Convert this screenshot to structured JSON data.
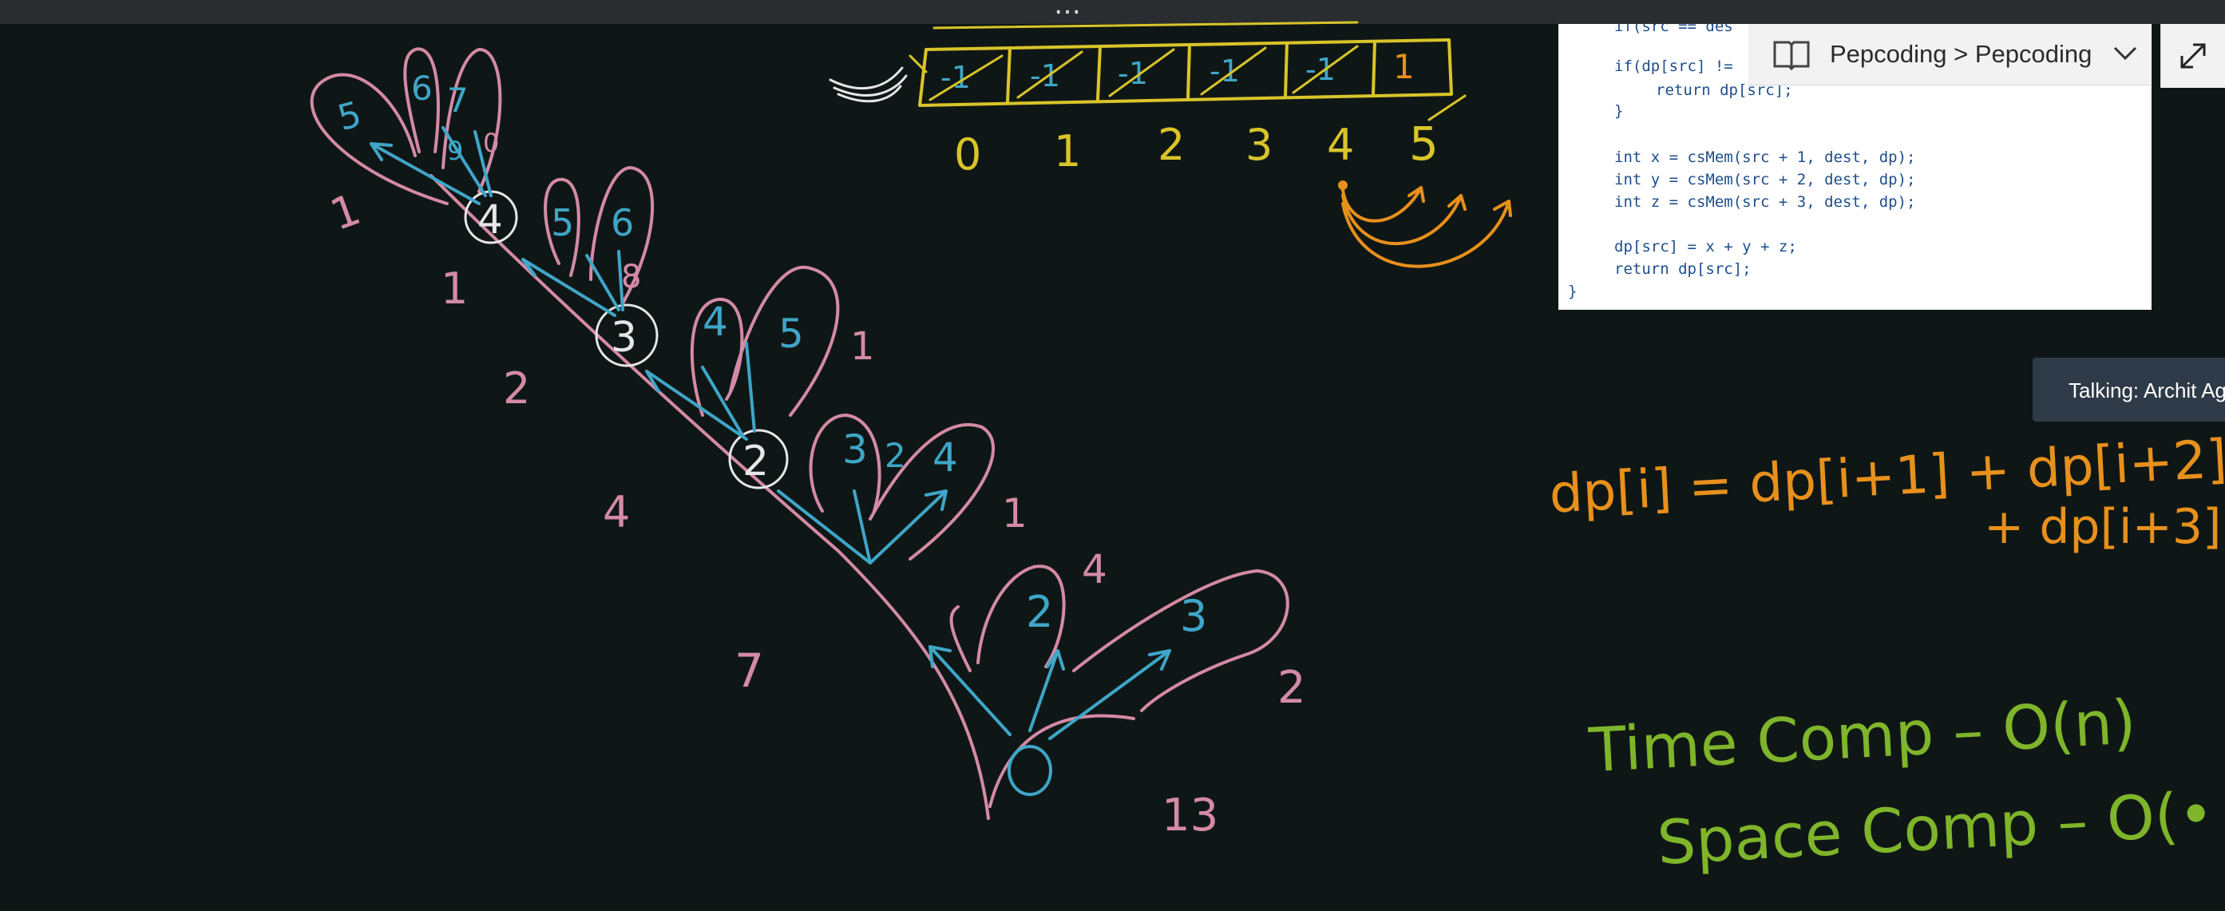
{
  "window": {
    "overflow_menu_label": "…"
  },
  "code_panel": {
    "lines": [
      "if(src == des",
      "if(dp[src] !=",
      "return dp[src];",
      "}",
      "int x = csMem(src + 1, dest, dp);",
      "int y = csMem(src + 2, dest, dp);",
      "int z = csMem(src + 3, dest, dp);",
      "dp[src] = x + y + z;",
      "return dp[src];",
      "}"
    ]
  },
  "tab": {
    "title": "Pepcoding > Pepcoding",
    "icon": "reading-view-icon"
  },
  "expand": {
    "icon": "expand-icon"
  },
  "speaker": {
    "label": "Talking: Archit Aggarwal"
  },
  "whiteboard": {
    "dp_array": {
      "cells": [
        "-1",
        "-1",
        "-1",
        "-1",
        "-1",
        "1"
      ],
      "indices": [
        "0",
        "1",
        "2",
        "3",
        "4",
        "5"
      ]
    },
    "tree_nodes": [
      "4",
      "3",
      "2",
      "0"
    ],
    "branch_labels": [
      "5",
      "6",
      "7",
      "9",
      "0",
      "5",
      "6",
      "8",
      "4",
      "5",
      "3",
      "2",
      "4",
      "2",
      "3"
    ],
    "side_counts": [
      "1",
      "1",
      "2",
      "4",
      "7",
      "13",
      "1",
      "1",
      "4",
      "2"
    ],
    "recurrence": {
      "line1": "dp[i] = dp[i+1] + dp[i+2]",
      "line2": "+ dp[i+3]"
    },
    "complexity": {
      "time": "Time Comp – O(n)",
      "space": "Space Comp – O(•"
    },
    "colors": {
      "pink": "#d48aa6",
      "blue": "#3ea6c8",
      "white": "#e6e6e6",
      "yellow": "#d9c42a",
      "orange": "#e8901c",
      "green": "#7fb52a"
    }
  }
}
